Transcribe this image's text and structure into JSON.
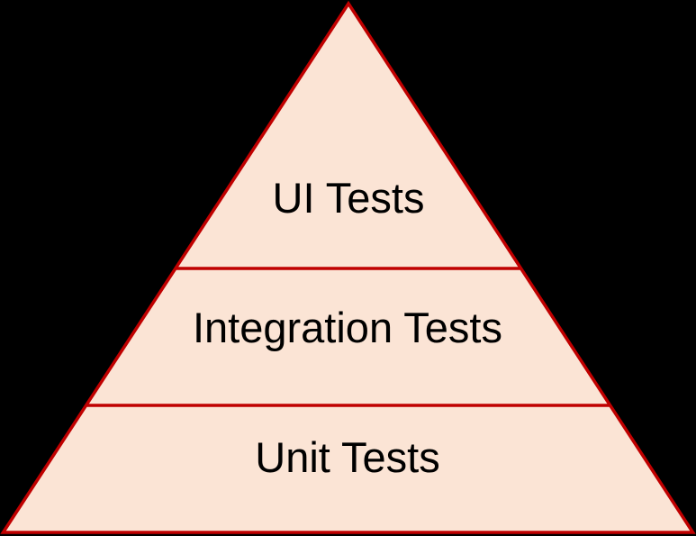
{
  "diagram": {
    "type": "pyramid",
    "layers": [
      {
        "id": "ui-tests",
        "label": "UI Tests"
      },
      {
        "id": "integration-tests",
        "label": "Integration Tests"
      },
      {
        "id": "unit-tests",
        "label": "Unit Tests"
      }
    ],
    "colors": {
      "background": "#000000",
      "fill": "#FBE4D5",
      "stroke": "#C00000",
      "text": "#000000"
    }
  }
}
